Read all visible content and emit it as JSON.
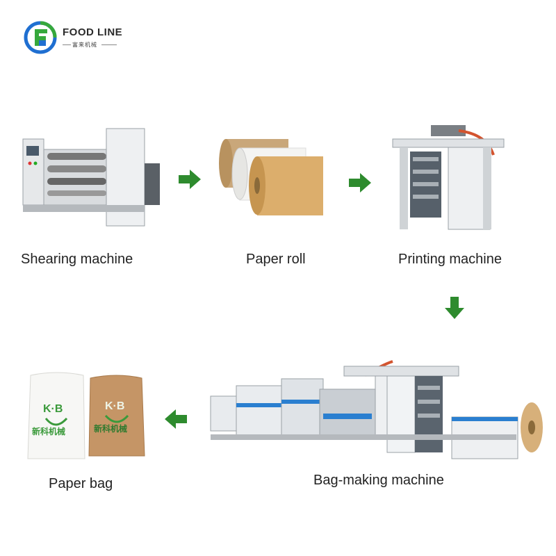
{
  "brand": {
    "name": "FOOD LINE",
    "subtitle": "富来机械",
    "colors": {
      "blue": "#1f6fd1",
      "green": "#36a83c"
    }
  },
  "steps": [
    {
      "id": "shearing",
      "label": "Shearing machine"
    },
    {
      "id": "paper-roll",
      "label": "Paper roll"
    },
    {
      "id": "printing",
      "label": "Printing machine"
    },
    {
      "id": "bag-making",
      "label": "Bag-making machine"
    },
    {
      "id": "paper-bag",
      "label": "Paper bag"
    }
  ],
  "product": {
    "bag_logo": "K·B",
    "bag_text": "新科机械"
  },
  "arrow_color": "#2e8b2e"
}
